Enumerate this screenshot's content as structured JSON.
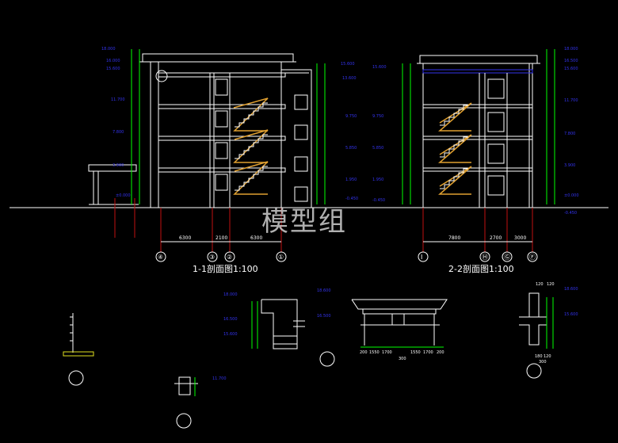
{
  "watermark": "模型组",
  "section_1": {
    "title": "1-1剖面图1:100",
    "axis_labels": [
      "④",
      "③",
      "②",
      "①"
    ],
    "dims": [
      "6300",
      "2100",
      "6300"
    ],
    "left_elevations": [
      "18.000",
      "16.000",
      "15.600",
      "11.700",
      "7.800",
      "3.900",
      "±0.000"
    ],
    "right_elevations": [
      "15.600",
      "13.600",
      "9.750",
      "5.850",
      "1.950",
      "-0.450"
    ]
  },
  "section_2": {
    "title": "2-2剖面图1:100",
    "axis_labels": [
      "Ⅰ",
      "Ⓗ",
      "Ⓖ",
      "Ⓕ"
    ],
    "dims": [
      "7800",
      "2700",
      "3000"
    ],
    "left_elevations": [
      "15.600",
      "9.750",
      "5.850",
      "1.950",
      "-0.450"
    ],
    "right_elevations": [
      "18.000",
      "16.500",
      "15.600",
      "11.700",
      "7.800",
      "3.900",
      "±0.000",
      "-0.450"
    ]
  },
  "details": {
    "detail_a_elev": [
      "18.000",
      "16.500",
      "15.600"
    ],
    "detail_b_elev": [
      "18.600",
      "16.500"
    ],
    "detail_b_dims": [
      "200",
      "1550",
      "1700",
      "1550",
      "1700",
      "200",
      "300"
    ],
    "detail_c_elev": [
      "11.700"
    ],
    "detail_d_elev": [
      "18.600",
      "15.600"
    ],
    "detail_d_dims": [
      "120",
      "120",
      "180",
      "120",
      "300"
    ]
  },
  "colors": {
    "background": "#000000",
    "lines": "#ffffff",
    "elevation_text": "#3333ee",
    "dimension_green": "#00ff00",
    "stair_rail": "#e0a030",
    "red_lines": "#d01010"
  }
}
